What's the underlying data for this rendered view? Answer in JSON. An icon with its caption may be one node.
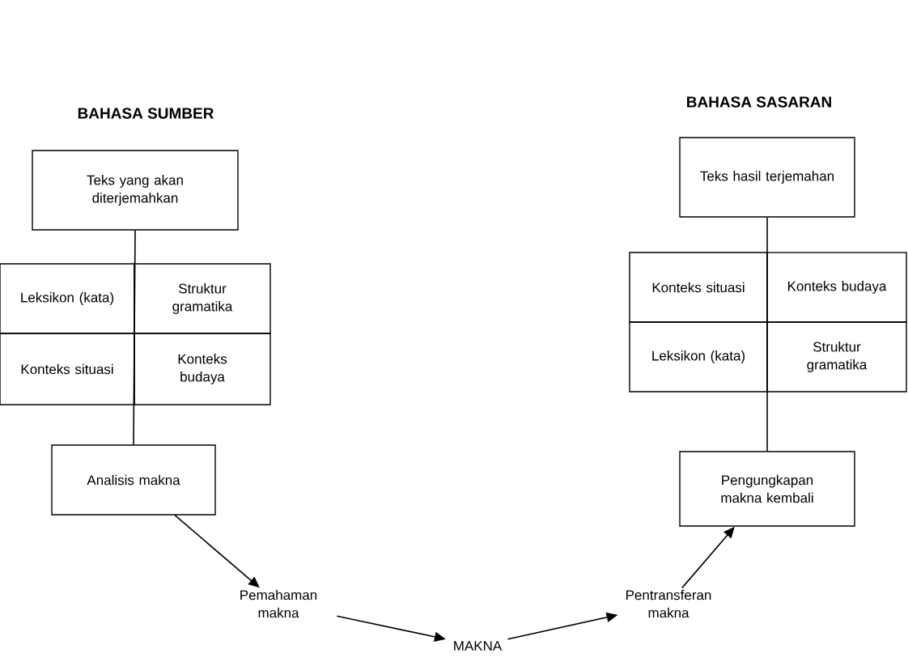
{
  "diagram": {
    "nodes": [
      {
        "text": [
          "Teks yang akan diterjemahkan"
        ]
      },
      {
        "text": [
          "Leksikon (kata)"
        ]
      },
      {
        "text": [
          "Struktur gramatika"
        ]
      },
      {
        "text": [
          "Konteks situasi"
        ]
      },
      {
        "text": [
          "Konteks budaya"
        ]
      },
      {
        "text": [
          "Analisis makna"
        ]
      },
      {
        "text": [
          "Pemahaman makna"
        ]
      },
      {
        "text": [
          "MAKNA"
        ]
      },
      {
        "text": [
          "Pentransferan makna"
        ]
      },
      {
        "text": [
          "Teks hasil terjemahan"
        ]
      },
      {
        "text": [
          "Konteks situasi"
        ]
      },
      {
        "text": [
          "Konteks budaya"
        ]
      },
      {
        "text": [
          "Leksikon (kata)"
        ]
      },
      {
        "text": [
          "Struktur gramatika"
        ]
      },
      {
        "text": [
          "Pengungkapan makna kembali"
        ]
      }
    ],
    "edges": [
      {
        "from": 0,
        "to": 5,
        "arrow": "none"
      },
      {
        "from": 5,
        "to": 6,
        "arrow": "to"
      },
      {
        "from": 6,
        "to": 7,
        "arrow": "to"
      },
      {
        "from": 7,
        "to": 8,
        "arrow": "to"
      },
      {
        "from": 8,
        "to": 14,
        "arrow": "to"
      },
      {
        "from": 9,
        "to": 14,
        "arrow": "none"
      }
    ],
    "labels": [
      "BAHASA SUMBER",
      "BAHASA SASARAN"
    ]
  }
}
